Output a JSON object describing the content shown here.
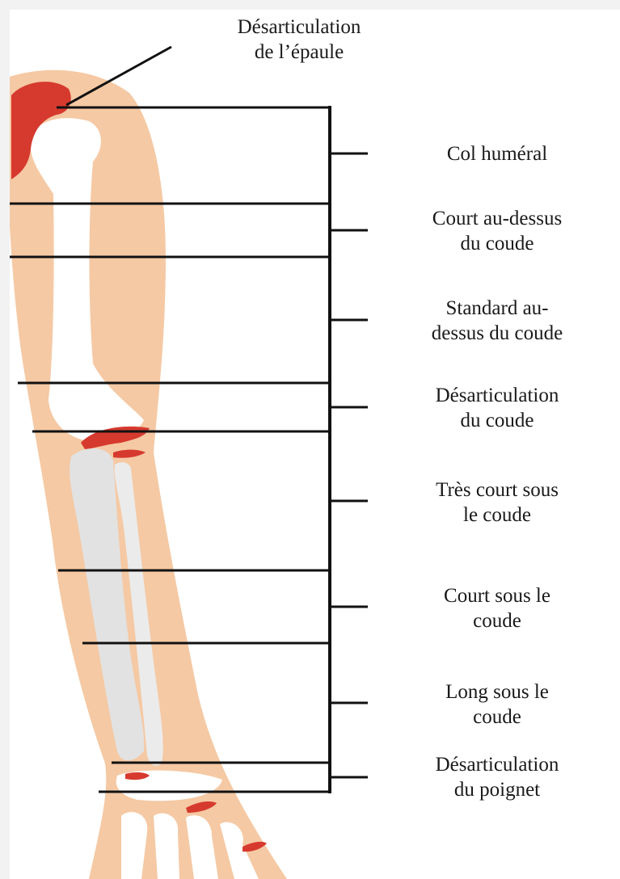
{
  "diagram": {
    "top_label": {
      "line1": "Désarticulation",
      "line2": "de l’épaule"
    },
    "levels": [
      {
        "line1": "Col huméral",
        "line2": ""
      },
      {
        "line1": "Court au-dessus",
        "line2": "du coude"
      },
      {
        "line1": "Standard au-",
        "line2": "dessus du coude"
      },
      {
        "line1": "Désarticulation",
        "line2": "du coude"
      },
      {
        "line1": "Très court sous",
        "line2": "le coude"
      },
      {
        "line1": "Court sous le",
        "line2": "coude"
      },
      {
        "line1": "Long sous le",
        "line2": "coude"
      },
      {
        "line1": "Désarticulation",
        "line2": "du poignet"
      }
    ],
    "colors": {
      "skin": "#f5c9a4",
      "bone_humerus": "#ffffff",
      "bone_forearm": "#e2e2e2",
      "joint_red": "#d63a2e",
      "line": "#111111"
    }
  }
}
